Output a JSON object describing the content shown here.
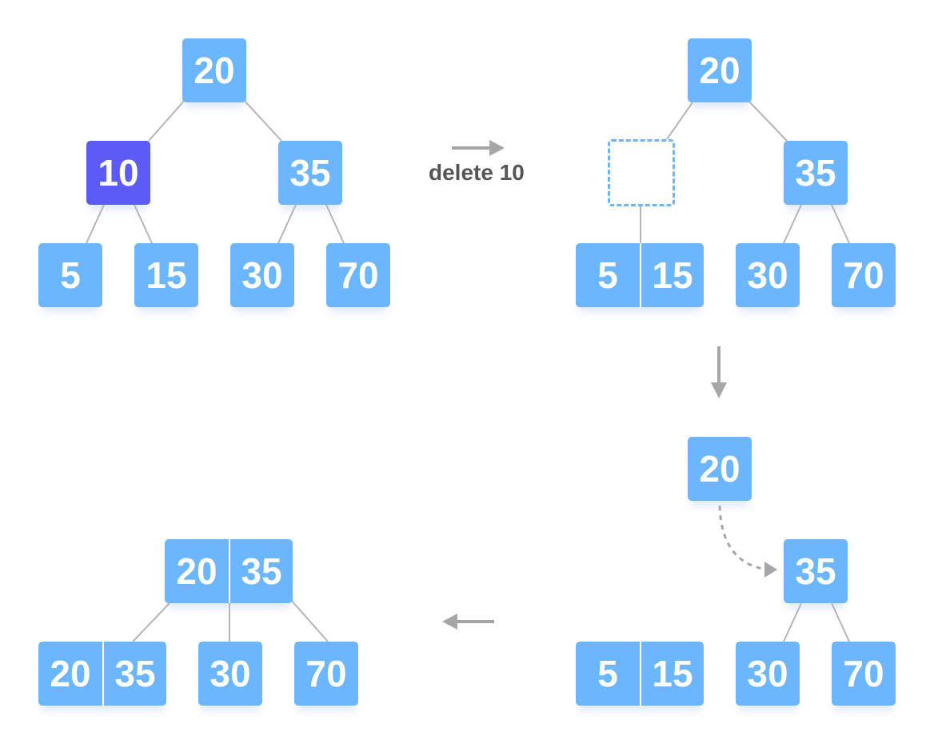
{
  "operation_label": "delete 10",
  "colors": {
    "node": "#6bb6ff",
    "highlight_node": "#5b5bf7",
    "edge": "#b5b5b5",
    "arrow": "#a6a6a6",
    "label": "#555555"
  },
  "panels": [
    {
      "name": "initial-tree",
      "root": [
        "20"
      ],
      "level1": [
        [
          "10"
        ],
        [
          "35"
        ]
      ],
      "leaves": [
        [
          "5"
        ],
        [
          "15"
        ],
        [
          "30"
        ],
        [
          "70"
        ]
      ],
      "highlighted_key": "10"
    },
    {
      "name": "after-delete",
      "root": [
        "20"
      ],
      "level1": [
        [],
        [
          "35"
        ]
      ],
      "leaves": [
        [
          "5",
          "15"
        ],
        [
          "30"
        ],
        [
          "70"
        ]
      ]
    },
    {
      "name": "borrow-step",
      "root": [
        "20"
      ],
      "level1": [
        [
          "35"
        ]
      ],
      "leaves": [
        [
          "5",
          "15"
        ],
        [
          "30"
        ],
        [
          "70"
        ]
      ]
    },
    {
      "name": "final-tree",
      "root": [
        "20",
        "35"
      ],
      "leaves": [
        [
          "20",
          "35"
        ],
        [
          "30"
        ],
        [
          "70"
        ]
      ]
    }
  ]
}
